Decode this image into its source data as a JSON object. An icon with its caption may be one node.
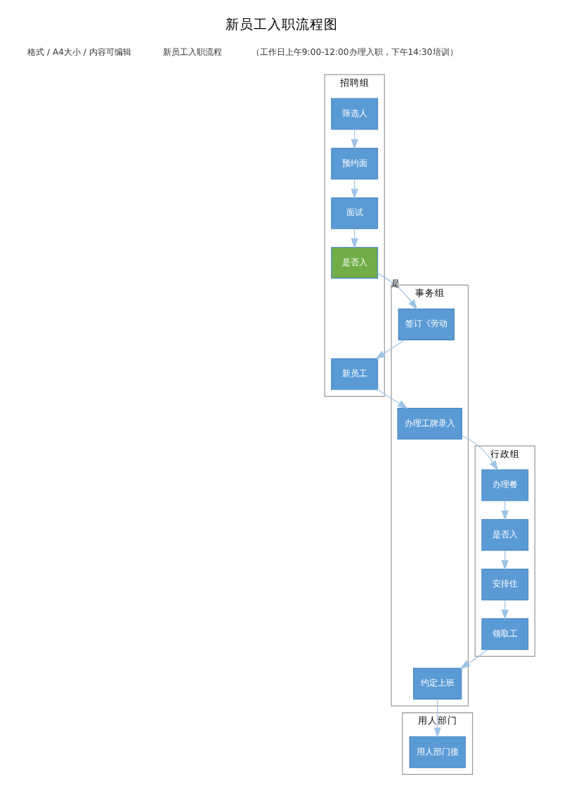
{
  "diagram": {
    "title": "新员工入职流程图",
    "nodes": [
      {
        "text": [
          "招聘组"
        ]
      },
      {
        "text": [
          "事务组"
        ]
      },
      {
        "text": [
          "行政组"
        ]
      },
      {
        "text": [
          "用人部门"
        ]
      },
      {
        "text": [
          "筛选人"
        ],
        "in": 0
      },
      {
        "text": [
          "预约面"
        ],
        "in": 0
      },
      {
        "text": [
          "面试"
        ],
        "in": 0
      },
      {
        "text": [
          "是否入"
        ],
        "in": 0
      },
      {
        "text": [
          "签订《劳动"
        ],
        "in": 1
      },
      {
        "text": [
          "新员工"
        ],
        "in": 0
      },
      {
        "text": [
          "办理工牌录入"
        ],
        "in": 1
      },
      {
        "text": [
          "办理餐"
        ],
        "in": 2
      },
      {
        "text": [
          "是否入"
        ],
        "in": 2
      },
      {
        "text": [
          "安排住"
        ],
        "in": 2
      },
      {
        "text": [
          "领取工"
        ],
        "in": 2
      },
      {
        "text": [
          "约定上班"
        ],
        "in": 1
      },
      {
        "text": [
          "用人部门接"
        ],
        "in": 3
      }
    ],
    "edges": [
      {
        "from": 4,
        "to": 5,
        "arrow": "to"
      },
      {
        "from": 5,
        "to": 6,
        "arrow": "to"
      },
      {
        "from": 6,
        "to": 7,
        "arrow": "to"
      },
      {
        "from": 7,
        "to": 8,
        "arrow": "to",
        "label": "是"
      },
      {
        "from": 8,
        "to": 9,
        "arrow": "to"
      },
      {
        "from": 9,
        "to": 10,
        "arrow": "to"
      },
      {
        "from": 10,
        "to": 11,
        "arrow": "to"
      },
      {
        "from": 11,
        "to": 12,
        "arrow": "to"
      },
      {
        "from": 12,
        "to": 13,
        "arrow": "to"
      },
      {
        "from": 13,
        "to": 14,
        "arrow": "to"
      },
      {
        "from": 14,
        "to": 15,
        "arrow": "to"
      },
      {
        "from": 15,
        "to": 16,
        "arrow": "to"
      }
    ],
    "labels": [
      "格式 / A4大小 / 内容可编辑",
      "新员工入职流程",
      "（工作日上午9:00-12:00办理入职，下午14:30培训）"
    ]
  }
}
